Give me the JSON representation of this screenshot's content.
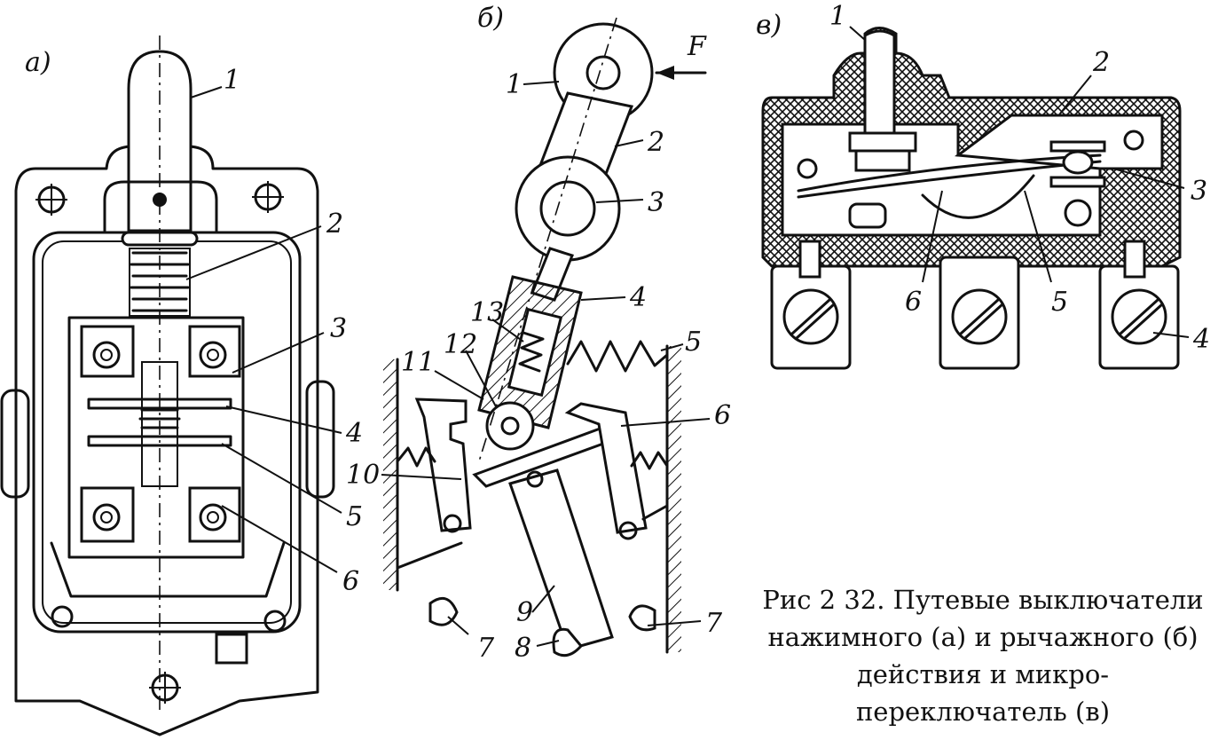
{
  "panels": {
    "a": {
      "title": "а)",
      "callouts": [
        "1",
        "2",
        "3",
        "4",
        "5",
        "6"
      ]
    },
    "b": {
      "title": "б)",
      "force_label": "F",
      "callouts": [
        "1",
        "2",
        "3",
        "4",
        "5",
        "6",
        "7",
        "7",
        "8",
        "9",
        "10",
        "11",
        "12",
        "13"
      ]
    },
    "c": {
      "title": "в)",
      "callouts": [
        "1",
        "2",
        "3",
        "4",
        "5",
        "6"
      ]
    }
  },
  "caption": {
    "lines": [
      "Рис  2 32. Путевые выключатели",
      "нажимного  (а)  и рычажного  (б)",
      "действия и микро-",
      "переключатель  (в)"
    ]
  },
  "colors": {
    "ink": "#111111",
    "paper": "#ffffff"
  }
}
